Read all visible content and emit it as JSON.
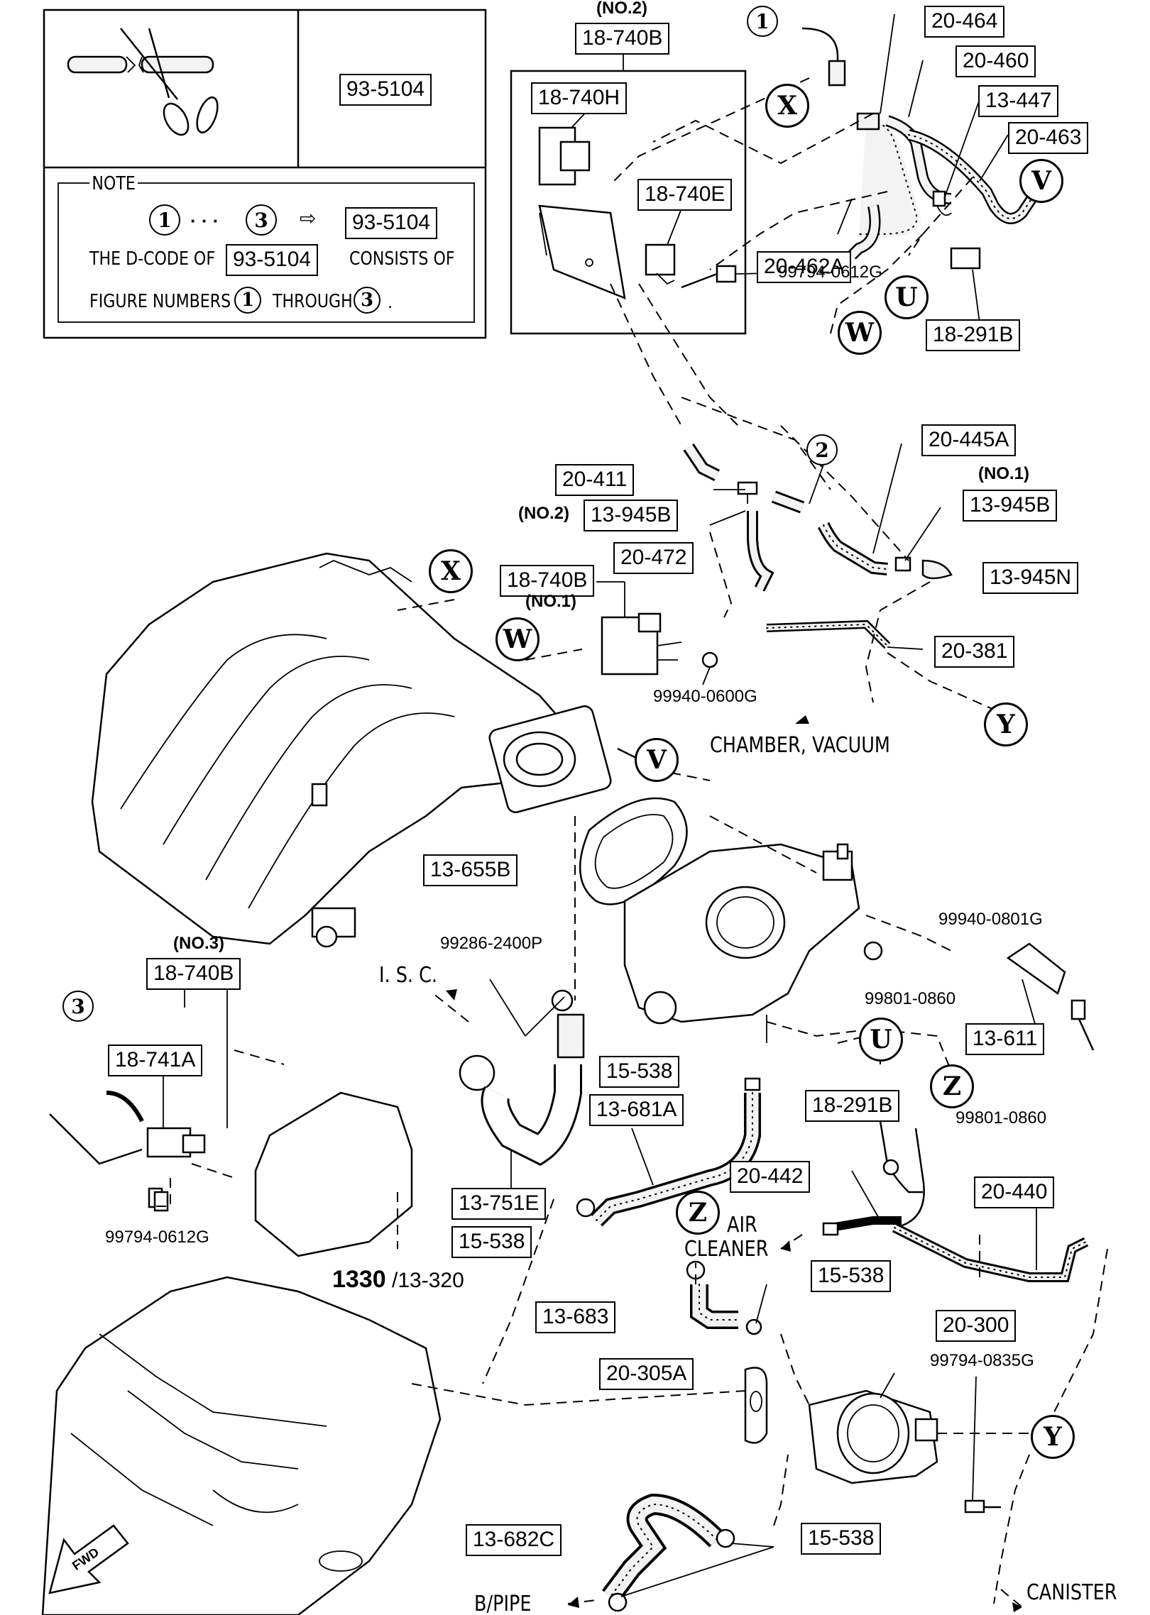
{
  "inset": {
    "top_right_code": "93-5104",
    "note_title": "NOTE",
    "note_row1_from": "1",
    "note_row1_dots": "· · ·",
    "note_row1_to": "3",
    "note_row1_arrow": "⇨",
    "note_row1_code": "93-5104",
    "note_line2_prefix": "THE D-CODE OF",
    "note_line2_code": "93-5104",
    "note_line2_suffix": "CONSISTS OF",
    "note_line3_prefix": "FIGURE NUMBERS",
    "note_line3_from": "1",
    "note_line3_mid": "THROUGH",
    "note_line3_to": "3",
    "note_line3_end": "."
  },
  "labels": {
    "no2_top": "(NO.2)",
    "p18740B_top": "18-740B",
    "p18740H": "18-740H",
    "p18740E": "18-740E",
    "p20464": "20-464",
    "p20460": "20-460",
    "p13447": "13-447",
    "p20463": "20-463",
    "p20462A": "20-462A",
    "p18291B_top": "18-291B",
    "p99794_0612G_top": "99794-0612G",
    "p20445A": "20-445A",
    "p20411": "20-411",
    "no2_mid": "(NO.2)",
    "p13945B_no2": "13-945B",
    "no1_right": "(NO.1)",
    "p13945B_no1": "13-945B",
    "p20472": "20-472",
    "p18740B_no1": "18-740B",
    "no1_left": "(NO.1)",
    "p13945N": "13-945N",
    "p20381": "20-381",
    "p99940_0600G": "99940-0600G",
    "chamber_vacuum": "CHAMBER, VACUUM",
    "p13655B": "13-655B",
    "p99940_0801G": "99940-0801G",
    "no3": "(NO.3)",
    "p18740B_no3": "18-740B",
    "p18741A": "18-741A",
    "p99286_2400P": "99286-2400P",
    "isc": "I. S. C.",
    "p99801_0860_a": "99801-0860",
    "p13611": "13-611",
    "p99801_0860_b": "99801-0860",
    "p15538_a": "15-538",
    "p13681A": "13-681A",
    "p18291B_mid": "18-291B",
    "p20442": "20-442",
    "p20440": "20-440",
    "p13751E": "13-751E",
    "p15538_b": "15-538",
    "p99794_0612G_left": "99794-0612G",
    "air_cleaner_1": "AIR",
    "air_cleaner_2": "CLEANER",
    "p15538_c": "15-538",
    "p13683": "13-683",
    "p1330_bold": "1330",
    "p1330_rest": "/13-320",
    "p20300": "20-300",
    "p99794_0835G": "99794-0835G",
    "p20305A": "20-305A",
    "p13682C": "13-682C",
    "p15538_d": "15-538",
    "bpipe": "B/PIPE",
    "canister": "CANISTER",
    "fwd": "FWD"
  },
  "markers": {
    "c1": "1",
    "c2": "2",
    "c3": "3",
    "X": "X",
    "V": "V",
    "U": "U",
    "W": "W",
    "Y": "Y",
    "Z": "Z"
  }
}
